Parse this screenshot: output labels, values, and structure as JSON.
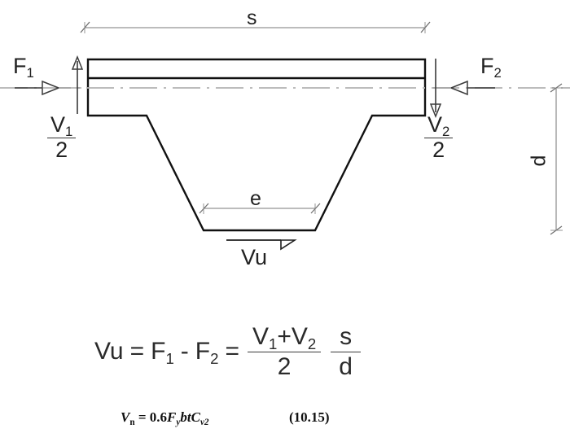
{
  "figure": {
    "type": "engineering-section-diagram",
    "description": "Steel deck / hat-section shear transfer free body diagram with design equations"
  },
  "dimensions": {
    "span_top": {
      "label": "s",
      "name": "top-span-dimension"
    },
    "bottom_width": {
      "label": "e",
      "name": "bottom-width-dimension"
    },
    "depth": {
      "label": "d",
      "name": "depth-dimension"
    }
  },
  "forces": {
    "left": {
      "base": "F",
      "subscript": "1",
      "direction": "right"
    },
    "right": {
      "base": "F",
      "subscript": "2",
      "direction": "left"
    },
    "shear_bottom": {
      "label": "Vu",
      "direction": "right"
    },
    "reaction_left": {
      "numerator_base": "V",
      "numerator_sub": "1",
      "denominator": "2",
      "direction": "up"
    },
    "reaction_right": {
      "numerator_base": "V",
      "numerator_sub": "2",
      "denominator": "2",
      "direction": "down"
    }
  },
  "equation": {
    "lhs": "Vu",
    "eq1": "=",
    "term_f1_base": "F",
    "term_f1_sub": "1",
    "minus": "-",
    "term_f2_base": "F",
    "term_f2_sub": "2",
    "eq2": "=",
    "frac1_num_v1_base": "V",
    "frac1_num_v1_sub": "1",
    "frac1_num_plus": "+",
    "frac1_num_v2_base": "V",
    "frac1_num_v2_sub": "2",
    "frac1_den": "2",
    "frac2_num": "s",
    "frac2_den": "d"
  },
  "code_equation": {
    "vn_base": "V",
    "vn_sub": "n",
    "equals": "=",
    "coefficient": "0.6",
    "fy_base": "F",
    "fy_sub": "y",
    "b": "b",
    "t": "t",
    "cv_base": "C",
    "cv_sub": "v2",
    "reference": "(10.15)"
  },
  "colors": {
    "outline": "#111111",
    "dimension_line": "#7a7a7a",
    "centerline": "#b3b3b3",
    "text": "#222222",
    "background": "#ffffff"
  }
}
